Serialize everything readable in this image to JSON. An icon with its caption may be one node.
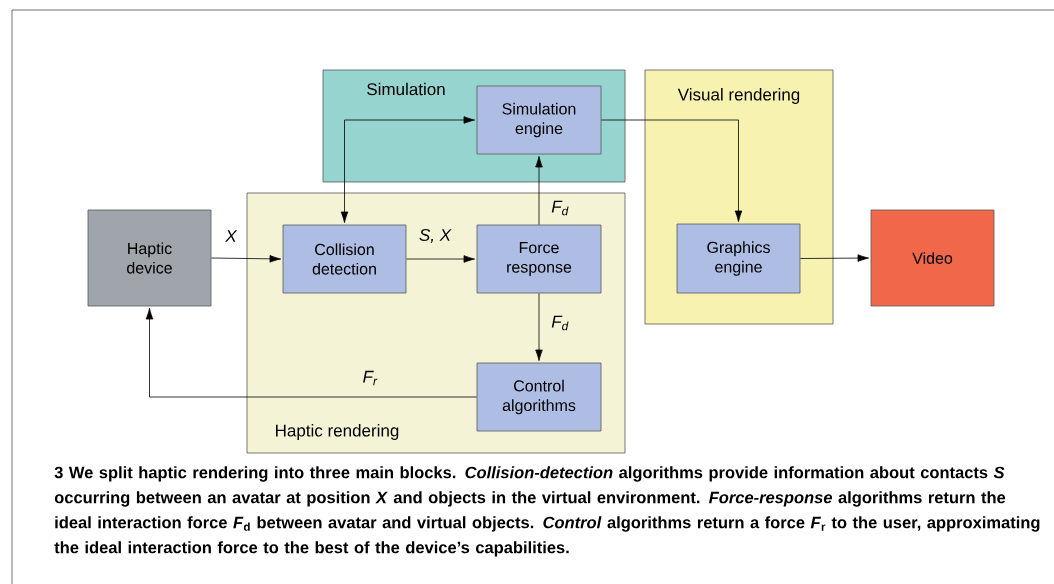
{
  "diagram": {
    "caption": "3 We split haptic rendering into three main blocks. *Collision-detection* algorithms provide information about contacts *S* occurring between an avatar at position *X* and objects in the virtual environment. *Force-response* algorithms return the ideal interaction force *F*$_{d}$ between avatar and virtual objects. *Control* algorithms return a force *F*$_{r}$ to the user, approximating the ideal interaction force to the best of the device’s capabilities.",
    "nodes": [
      {
        "text": [
          "Simulation"
        ]
      },
      {
        "text": [
          "Simulation engine"
        ],
        "in": 0
      },
      {
        "text": [
          "Visual rendering"
        ]
      },
      {
        "text": [
          "Graphics engine"
        ],
        "in": 2
      },
      {
        "text": [
          "Haptic device"
        ]
      },
      {
        "text": [
          "Haptic rendering"
        ]
      },
      {
        "text": [
          "Collision detection"
        ],
        "in": 5
      },
      {
        "text": [
          "Force response"
        ],
        "in": 5
      },
      {
        "text": [
          "Control algorithms"
        ],
        "in": 5
      },
      {
        "text": [
          "Video"
        ]
      }
    ],
    "edges": [
      {
        "from": 4,
        "to": 6,
        "arrow": "to",
        "label": "X"
      },
      {
        "from": 6,
        "to": 7,
        "arrow": "to",
        "label": "S, X"
      },
      {
        "from": 7,
        "to": 1,
        "arrow": "to",
        "label": "F$_{d}$"
      },
      {
        "from": 6,
        "to": 1,
        "arrow": "both"
      },
      {
        "from": 1,
        "to": 3,
        "arrow": "to"
      },
      {
        "from": 7,
        "to": 8,
        "arrow": "to",
        "label": "F$_{d}$"
      },
      {
        "from": 8,
        "to": 4,
        "arrow": "to",
        "label": "F$_{r}$"
      },
      {
        "from": 3,
        "to": 9,
        "arrow": "to"
      }
    ]
  }
}
